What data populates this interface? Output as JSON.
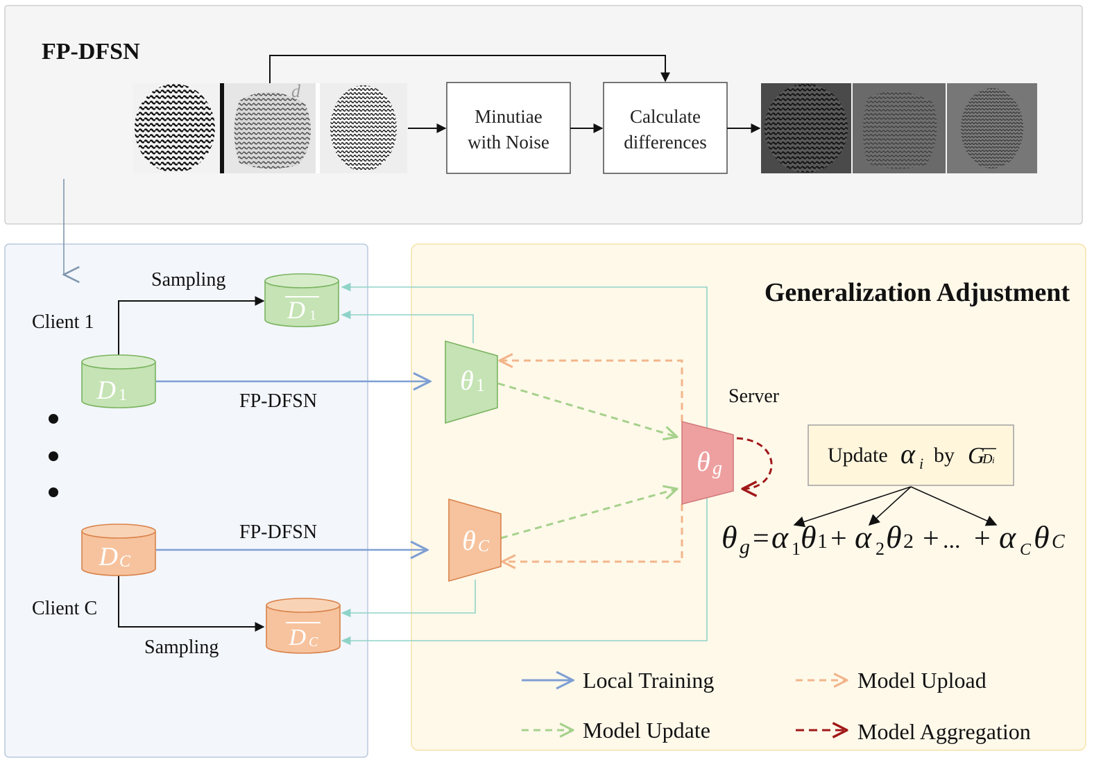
{
  "top_panel": {
    "title": "FP-DFSN",
    "box_minutiae": [
      "Minutiae",
      "with Noise"
    ],
    "box_calculate": [
      "Calculate",
      "differences"
    ]
  },
  "client_panel": {
    "client1_label": "Client 1",
    "clientC_label": "Client C",
    "sampling_top": "Sampling",
    "sampling_bottom": "Sampling",
    "fpdfsn_top": "FP-DFSN",
    "fpdfsn_bottom": "FP-DFSN",
    "db_D1": {
      "main": "D",
      "sub": "1"
    },
    "db_D1_bar": {
      "main": "D",
      "sub": "1"
    },
    "db_DC": {
      "main": "D",
      "sub": "C"
    },
    "db_DC_bar": {
      "main": "D",
      "sub": "C"
    }
  },
  "server_panel": {
    "title": "Generalization Adjustment",
    "server_label": "Server",
    "theta1": {
      "main": "θ",
      "sub": "1"
    },
    "thetaC": {
      "main": "θ",
      "sub": "C"
    },
    "thetag": {
      "main": "θ",
      "sub": "g"
    },
    "update_box": {
      "prefix": "Update",
      "alpha": "α",
      "alpha_sub": "i",
      "by": "by",
      "G": "G",
      "G_sub": "D",
      "G_sub_i": "i"
    },
    "formula": {
      "lhs": "θ",
      "lhs_sub": "g",
      "eq": "=",
      "t1": [
        "α",
        "1",
        "θ",
        "1"
      ],
      "plus1": "+",
      "t2": [
        "α",
        "2",
        "θ",
        "2"
      ],
      "plus2": "+",
      "ellipsis": "...",
      "plus3": "+",
      "t3": [
        "α",
        "C",
        "θ",
        "C"
      ]
    }
  },
  "legend": [
    {
      "label": "Local Training"
    },
    {
      "label": "Model Upload"
    },
    {
      "label": "Model Update"
    },
    {
      "label": "Model Aggregation"
    }
  ],
  "colors": {
    "local_training": "#7f9fd4",
    "model_upload": "#f2b58a",
    "model_update": "#a6d18c",
    "model_aggregation": "#a01818",
    "teal_feedback": "#8fd3c8",
    "green_fill": "#c5e3b4",
    "green_stroke": "#79b35f",
    "orange_fill": "#f6c39e",
    "orange_stroke": "#d9824a",
    "red_fill": "#eea0a0",
    "red_stroke": "#d27a7a"
  }
}
